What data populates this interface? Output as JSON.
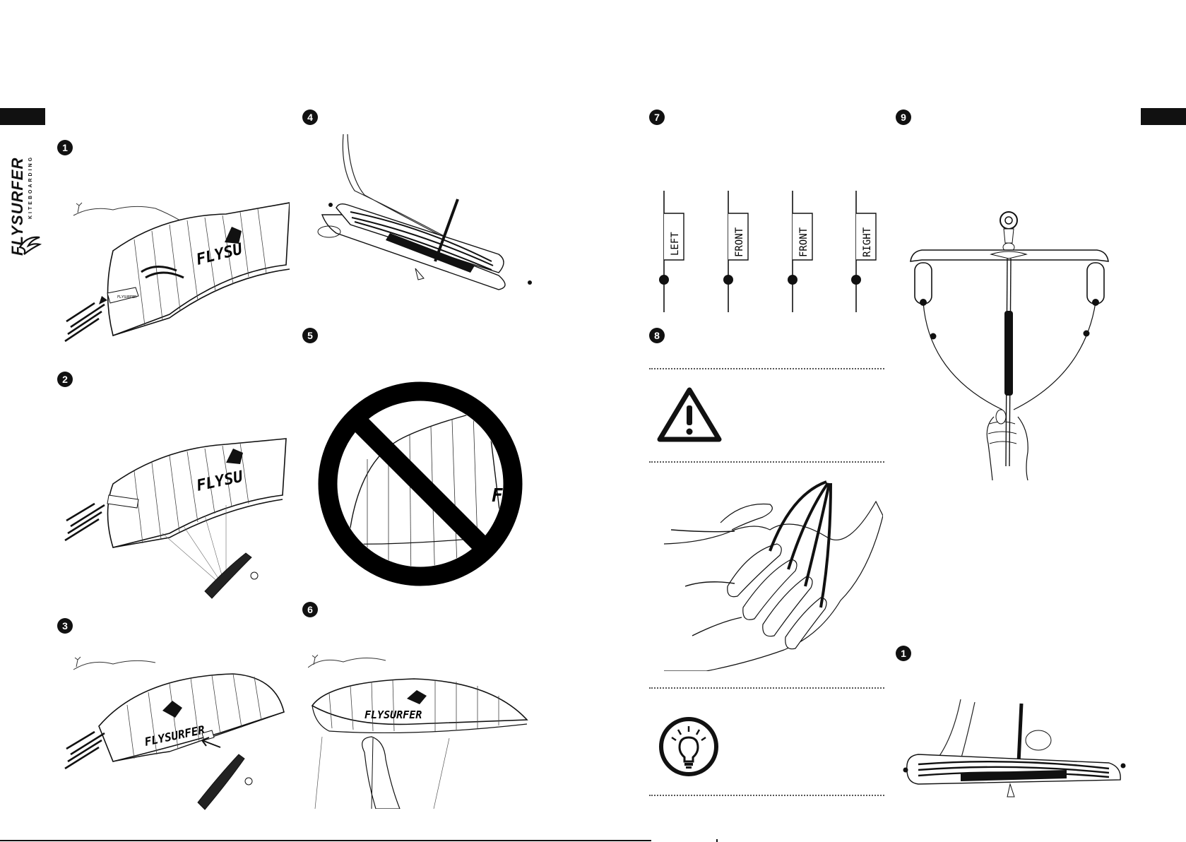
{
  "brand": {
    "name": "FLYSURFER",
    "tagline": "KITEBOARDING"
  },
  "steps": {
    "s1": "1",
    "s2": "2",
    "s3": "3",
    "s4": "4",
    "s5": "5",
    "s6": "6",
    "s7": "7",
    "s8": "8",
    "s9": "9",
    "s10": "1"
  },
  "line_tags": [
    "LEFT",
    "FRONT",
    "FRONT",
    "RIGHT"
  ],
  "kite_print": {
    "wordmark_1": "FLYSU",
    "wordmark_2": "FLYSU",
    "wordmark_3": "FLYSURFER",
    "wordmark_4": "FLYSURFER",
    "tag_text": "FLYSURFER",
    "cut_letter": "F"
  },
  "icons": {
    "warning": "warning-triangle-icon",
    "tip": "lightbulb-icon",
    "prohibited": "prohibited-icon"
  }
}
